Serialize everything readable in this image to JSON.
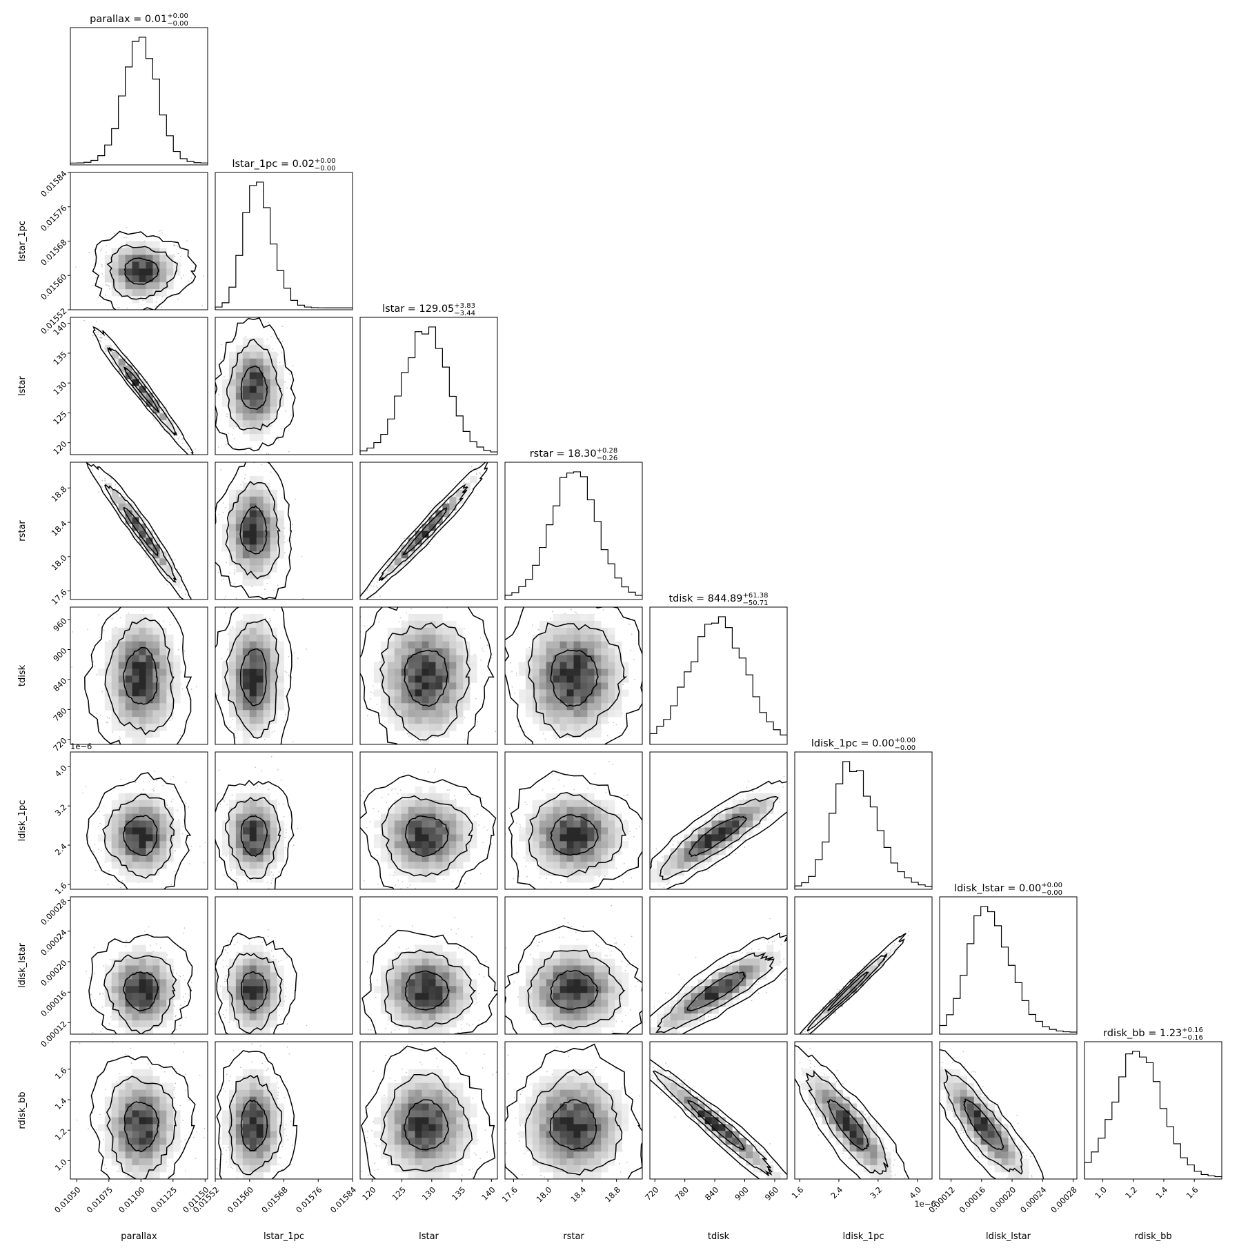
{
  "chart_data": {
    "type": "corner",
    "parameters": [
      {
        "name": "parallax",
        "median": 0.011,
        "sigma": 0.00013,
        "range": [
          0.01045,
          0.01152
        ],
        "ticks": [
          "0.01050",
          "0.01075",
          "0.01100",
          "0.01125",
          "0.01150"
        ],
        "title": {
          "main": "parallax = 0.01",
          "plus": "+0.00",
          "minus": "−0.00"
        }
      },
      {
        "name": "lstar_1pc",
        "median": 0.01561,
        "sigma": 3e-05,
        "range": [
          0.01552,
          0.01584
        ],
        "ticks": [
          "0.01552",
          "0.01560",
          "0.01568",
          "0.01576",
          "0.01584"
        ],
        "title": {
          "main": "lstar_1pc = 0.02",
          "plus": "+0.00",
          "minus": "−0.00"
        }
      },
      {
        "name": "lstar",
        "median": 129.05,
        "sigma": 3.6,
        "range": [
          118,
          141
        ],
        "ticks": [
          "120",
          "125",
          "130",
          "135",
          "140"
        ],
        "title": {
          "main": "lstar = 129.05",
          "plus": "+3.83",
          "minus": "−3.44"
        }
      },
      {
        "name": "rstar",
        "median": 18.3,
        "sigma": 0.27,
        "range": [
          17.5,
          19.1
        ],
        "ticks": [
          "17.6",
          "18.0",
          "18.4",
          "18.8"
        ],
        "title": {
          "main": "rstar = 18.30",
          "plus": "+0.28",
          "minus": "−0.26"
        }
      },
      {
        "name": "tdisk",
        "median": 844.89,
        "sigma": 56,
        "range": [
          710,
          985
        ],
        "ticks": [
          "720",
          "780",
          "840",
          "900",
          "960"
        ],
        "title": {
          "main": "tdisk = 844.89",
          "plus": "+61.38",
          "minus": "−50.71"
        }
      },
      {
        "name": "ldisk_1pc",
        "median": 2.6e-06,
        "sigma": 4e-07,
        "range": [
          1.5e-06,
          4.3e-06
        ],
        "ticks": [
          "1.6",
          "2.4",
          "3.2",
          "4.0"
        ],
        "tick_values": [
          1.6e-06,
          2.4e-06,
          3.2e-06,
          4e-06
        ],
        "offset_label": "1e−6",
        "title": {
          "main": "ldisk_1pc = 0.00",
          "plus": "+0.00",
          "minus": "−0.00"
        }
      },
      {
        "name": "ldisk_lstar",
        "median": 0.000162,
        "sigma": 2.5e-05,
        "range": [
          0.000105,
          0.000285
        ],
        "ticks": [
          "0.00012",
          "0.00016",
          "0.00020",
          "0.00024",
          "0.00028"
        ],
        "title": {
          "main": "ldisk_lstar = 0.00",
          "plus": "+0.00",
          "minus": "−0.00"
        }
      },
      {
        "name": "rdisk_bb",
        "median": 1.23,
        "sigma": 0.16,
        "range": [
          0.88,
          1.78
        ],
        "ticks": [
          "1.0",
          "1.2",
          "1.4",
          "1.6"
        ],
        "title": {
          "main": "rdisk_bb = 1.23",
          "plus": "+0.16",
          "minus": "−0.16"
        }
      }
    ],
    "correlations": [
      [
        1.0,
        0.0,
        -0.98,
        -0.97,
        0.0,
        0.0,
        0.0,
        0.0
      ],
      [
        0.0,
        1.0,
        0.0,
        0.0,
        0.0,
        0.0,
        0.0,
        0.0
      ],
      [
        -0.98,
        0.0,
        1.0,
        0.98,
        0.0,
        0.0,
        0.0,
        0.0
      ],
      [
        -0.97,
        0.0,
        0.98,
        1.0,
        0.0,
        0.0,
        0.0,
        0.0
      ],
      [
        0.0,
        0.0,
        0.0,
        0.0,
        1.0,
        0.88,
        0.88,
        -0.97
      ],
      [
        0.0,
        0.0,
        0.0,
        0.0,
        0.88,
        1.0,
        0.99,
        -0.85
      ],
      [
        0.0,
        0.0,
        0.0,
        0.0,
        0.88,
        0.99,
        1.0,
        -0.85
      ],
      [
        0.0,
        0.0,
        0.0,
        0.0,
        -0.97,
        -0.85,
        -0.85,
        1.0
      ]
    ],
    "histogram_bins": 20,
    "contour_levels": [
      0.393,
      0.865,
      0.989
    ],
    "colors": {
      "line": "#000000",
      "density": "#000000",
      "points": "#bbbbbb",
      "background": "#ffffff"
    }
  }
}
